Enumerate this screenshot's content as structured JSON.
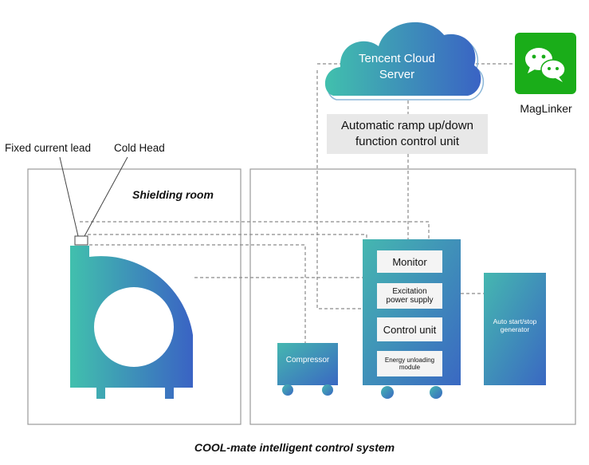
{
  "cloud": {
    "label": "Tencent Cloud\nServer"
  },
  "app": {
    "name": "MagLinker",
    "icon": "wechat-icon",
    "color": "#1aad19"
  },
  "ramp_unit": {
    "label": "Automatic ramp up/down\nfunction control unit"
  },
  "magnet": {
    "fixed_current_lead_label": "Fixed current lead",
    "cold_head_label": "Cold Head"
  },
  "shielding_room": {
    "label": "Shielding room"
  },
  "control_cabinet": {
    "monitor": "Monitor",
    "excitation": "Excitation\npower supply",
    "control_unit": "Control unit",
    "energy_unloading": "Energy unloading\nmodule"
  },
  "compressor": {
    "label": "Compressor"
  },
  "generator": {
    "label": "Auto start/stop\ngenerator"
  },
  "footer": {
    "caption": "COOL-mate intelligent control system"
  },
  "colors": {
    "gradient_start": "#41c0ad",
    "gradient_end": "#3a63c4"
  }
}
